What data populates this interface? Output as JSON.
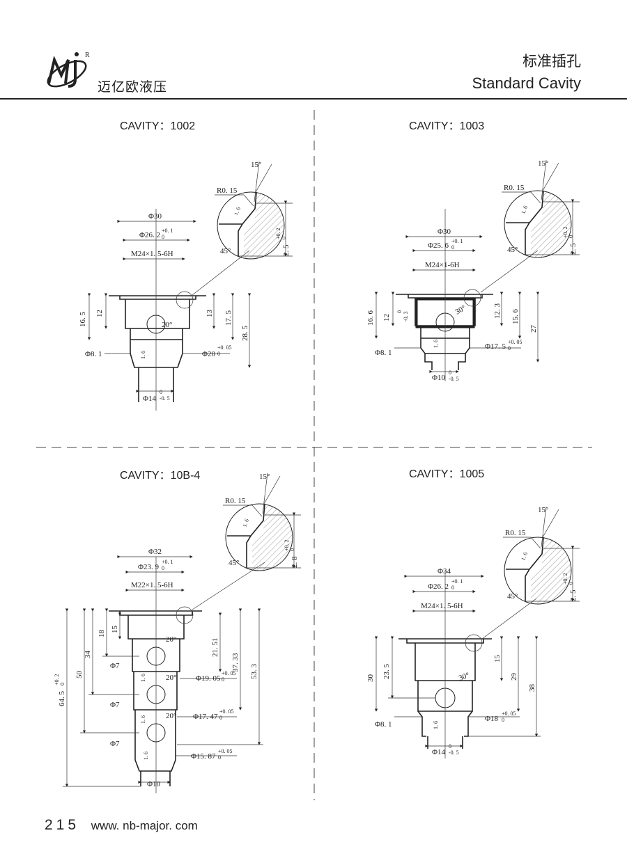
{
  "header": {
    "brand_cn": "迈亿欧液压",
    "title_cn": "标准插孔",
    "title_en": "Standard Cavity",
    "logo_letters": "MJ",
    "logo_mark": "R"
  },
  "footer": {
    "page_number": "215",
    "website": "www. nb-major. com"
  },
  "cavities": [
    {
      "title": "CAVITY：1002",
      "dims": {
        "d_outer": "Φ30",
        "d_seat": "Φ26. 2",
        "d_seat_tol": "+0. 1",
        "d_seat_tol_lo": "0",
        "thread": "M24×1. 5-6H",
        "l1": "16. 5",
        "l2": "12",
        "l3": "13",
        "l4": "17. 5",
        "l5": "28. 5",
        "port": "Φ8. 1",
        "d_mid": "Φ20",
        "d_mid_tol": "+0. 05",
        "d_mid_tol_lo": "0",
        "d_bot": "Φ14",
        "d_bot_tol": "0",
        "d_bot_tol_lo": "-0. 5",
        "angle_port": "20°",
        "rough": "1. 6",
        "detail_r": "R0. 15",
        "detail_angle": "15°",
        "detail_cham": "45°",
        "detail_rough": "1. 6",
        "detail_depth": "2. 5",
        "detail_depth_tol": "+0. 2",
        "detail_depth_tol_lo": "0"
      }
    },
    {
      "title": "CAVITY：1003",
      "dims": {
        "d_outer": "Φ30",
        "d_seat": "Φ25. 6",
        "d_seat_tol": "+0. 1",
        "d_seat_tol_lo": "0",
        "thread": "M24×1-6H",
        "l1": "16. 6",
        "l2": "12",
        "l2_tol": "0",
        "l2_tol_lo": "-0. 3",
        "l3": "12. 3",
        "l4": "15. 6",
        "l5": "27",
        "port": "Φ8. 1",
        "d_mid": "Φ17. 5",
        "d_mid_tol": "+0. 05",
        "d_mid_tol_lo": "0",
        "d_bot": "Φ10",
        "d_bot_tol": "0",
        "d_bot_tol_lo": "-0. 5",
        "angle_port": "30°",
        "rough": "1. 6",
        "detail_r": "R0. 15",
        "detail_angle": "15°",
        "detail_cham": "45°",
        "detail_rough": "1. 6",
        "detail_depth": "2. 5",
        "detail_depth_tol": "+0. 2",
        "detail_depth_tol_lo": "0"
      }
    },
    {
      "title": "CAVITY：10B-4",
      "dims": {
        "d_outer": "Φ32",
        "d_seat": "Φ23. 9",
        "d_seat_tol": "+0. 1",
        "d_seat_tol_lo": "0",
        "thread": "M22×1. 5-6H",
        "l_total": "64. 5",
        "l_total_tol": "+0. 2",
        "l_total_tol_lo": "0",
        "l50": "50",
        "l34": "34",
        "l18": "18",
        "l15": "15",
        "l21": "21. 51",
        "l37": "37. 33",
        "l53": "53. 3",
        "port": "Φ7",
        "angle": "20°",
        "d1": "Φ19. 05",
        "d1_tol": "+0. 05",
        "d1_tol_lo": "0",
        "d2": "Φ17. 47",
        "d2_tol": "+0. 05",
        "d2_tol_lo": "0",
        "d3": "Φ15. 87",
        "d3_tol": "+0. 05",
        "d3_tol_lo": "0",
        "d_bot": "Φ10",
        "rough": "1. 6",
        "detail_r": "R0. 15",
        "detail_angle": "15°",
        "detail_cham": "45°",
        "detail_rough": "1. 6",
        "detail_depth": "2. 8",
        "detail_depth_tol": "+0. 2",
        "detail_depth_tol_lo": "0"
      }
    },
    {
      "title": "CAVITY：1005",
      "dims": {
        "d_outer": "Φ34",
        "d_seat": "Φ26. 2",
        "d_seat_tol": "+0. 1",
        "d_seat_tol_lo": "0",
        "thread": "M24×1. 5-6H",
        "l30": "30",
        "l23": "23. 5",
        "l15": "15",
        "l29": "29",
        "l38": "38",
        "port": "Φ8. 1",
        "d_mid": "Φ18",
        "d_mid_tol": "+0. 05",
        "d_mid_tol_lo": "0",
        "d_bot": "Φ14",
        "d_bot_tol": "0",
        "d_bot_tol_lo": "-0. 5",
        "angle_port": "30°",
        "rough": "1. 6",
        "detail_r": "R0. 15",
        "detail_angle": "15°",
        "detail_cham": "45°",
        "detail_rough": "1. 6",
        "detail_depth": "2. 5",
        "detail_depth_tol": "+0. 2",
        "detail_depth_tol_lo": "0"
      }
    }
  ]
}
